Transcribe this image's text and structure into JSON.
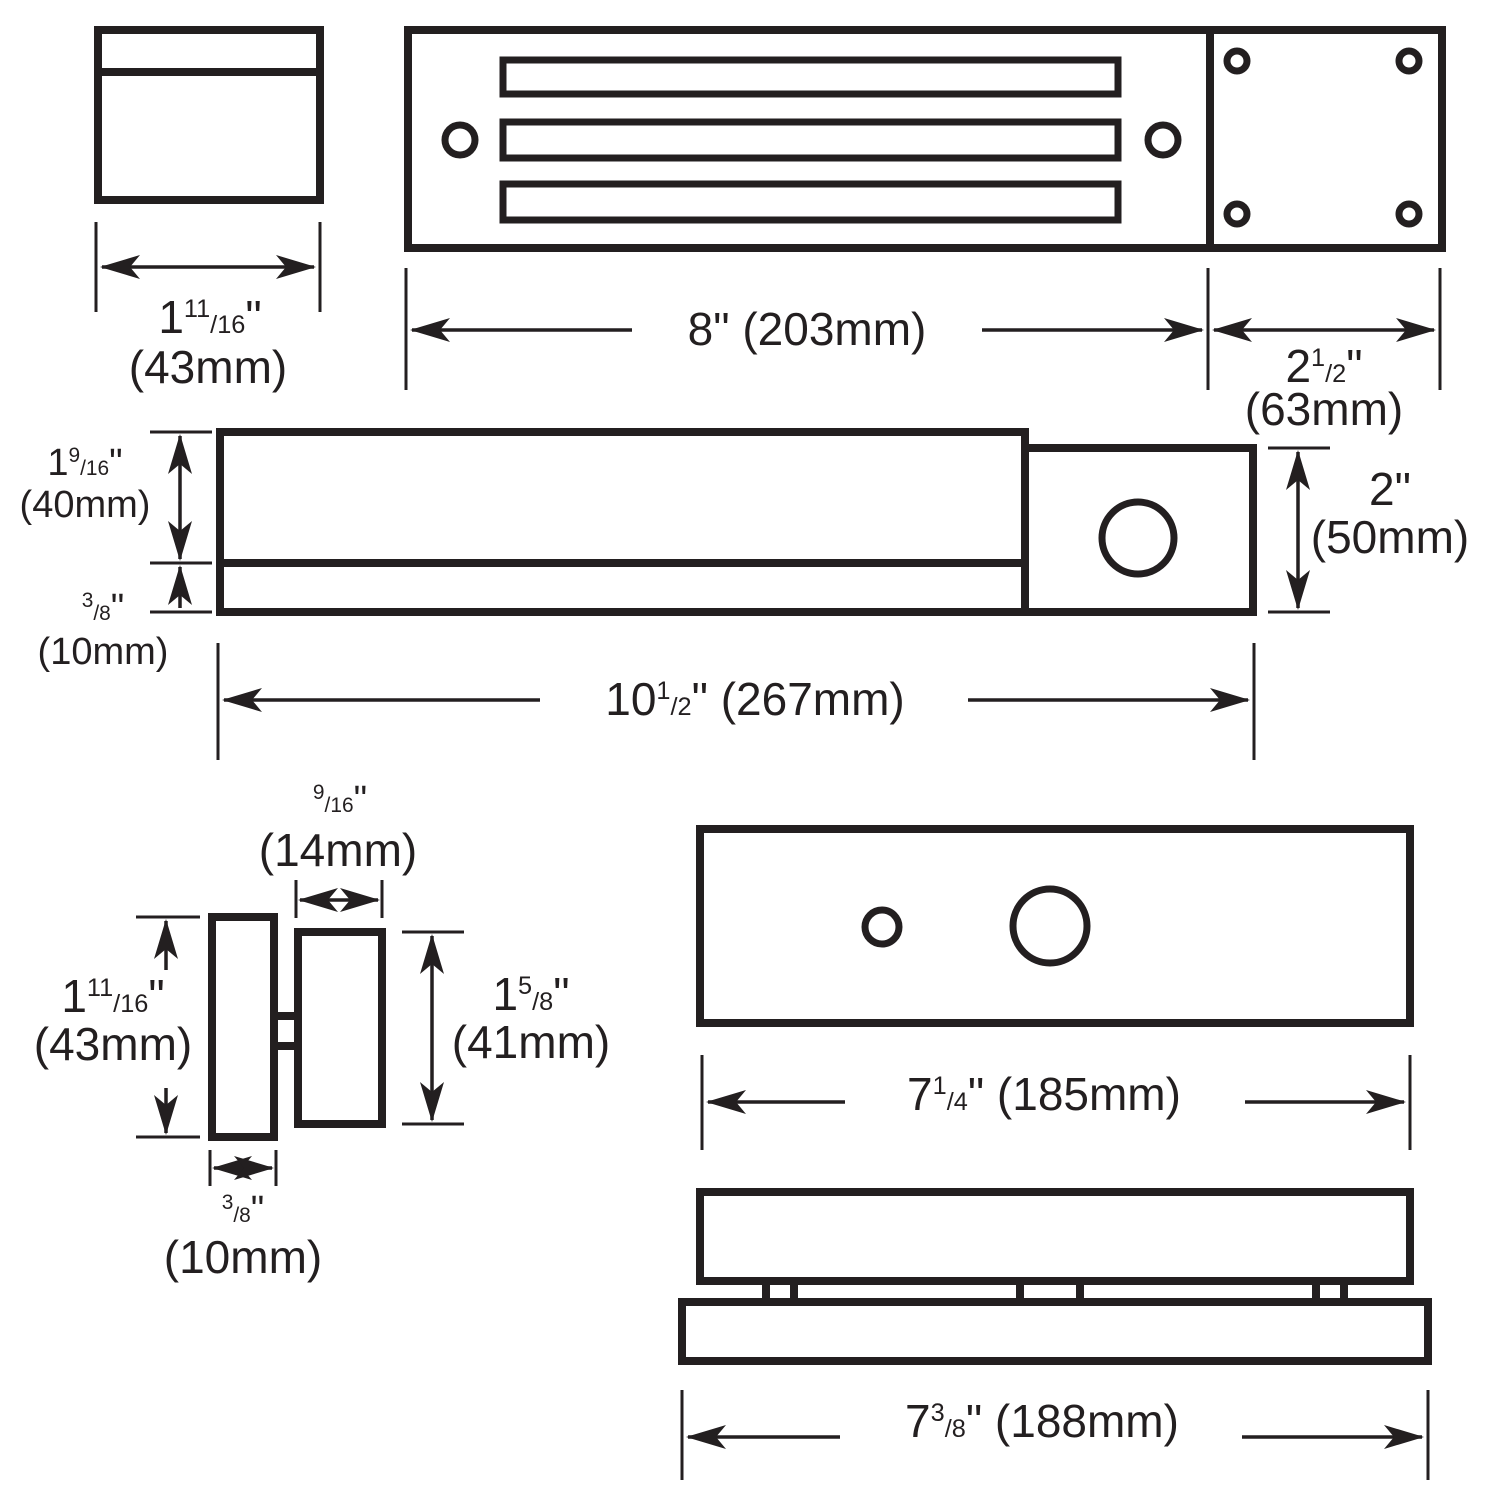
{
  "dimensions": {
    "top_width_in": "1",
    "top_width_frac_num": "11",
    "top_width_frac_den": "16",
    "top_width_in_unit": "\"",
    "top_width_mm": "(43mm)",
    "magnet_length": "8\" (203mm)",
    "bracket_width_in": "2",
    "bracket_width_frac_num": "1",
    "bracket_width_frac_den": "2",
    "bracket_width_in_unit": "\"",
    "bracket_width_mm": "(63mm)",
    "magnet_height_in": "1",
    "magnet_height_frac_num": "9",
    "magnet_height_frac_den": "16",
    "magnet_height_in_unit": "\"",
    "magnet_height_mm": "(40mm)",
    "plate_thick_frac_num": "3",
    "plate_thick_frac_den": "8",
    "plate_thick_in_unit": "\"",
    "plate_thick_mm": "(10mm)",
    "bracket_height_in": "2\"",
    "bracket_height_mm": "(50mm)",
    "overall_length_in": "10",
    "overall_length_frac_num": "1",
    "overall_length_frac_den": "2",
    "overall_length_rest": "\" (267mm)",
    "gap_frac_num": "9",
    "gap_frac_den": "16",
    "gap_in_unit": "\"",
    "gap_mm": "(14mm)",
    "side_height_in": "1",
    "side_height_frac_num": "11",
    "side_height_frac_den": "16",
    "side_height_in_unit": "\"",
    "side_height_mm": "(43mm)",
    "armature_height_in": "1",
    "armature_height_frac_num": "5",
    "armature_height_frac_den": "8",
    "armature_height_in_unit": "\"",
    "armature_height_mm": "(41mm)",
    "side_plate_frac_num": "3",
    "side_plate_frac_den": "8",
    "side_plate_in_unit": "\"",
    "side_plate_mm": "(10mm)",
    "armature_length_in": "7",
    "armature_length_frac_num": "1",
    "armature_length_frac_den": "4",
    "armature_length_rest": "\" (185mm)",
    "assembly_length_in": "7",
    "assembly_length_frac_num": "3",
    "assembly_length_frac_den": "8",
    "assembly_length_rest": "\" (188mm)"
  }
}
